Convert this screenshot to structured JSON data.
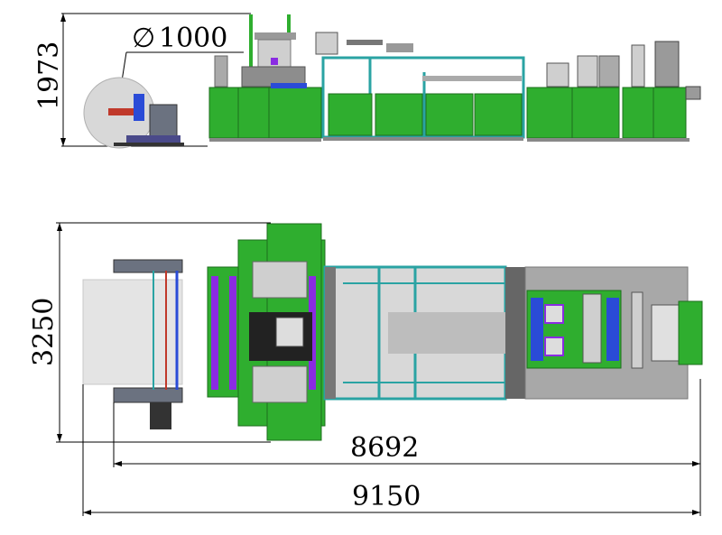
{
  "dimensions": {
    "height_side": "1973",
    "roll_diameter": "1000",
    "diameter_symbol": "∅",
    "width_plan": "3250",
    "length_inner": "8692",
    "length_total": "9150"
  },
  "colors": {
    "machine_green": "#2fae2f",
    "frame_teal": "#2aa3a3",
    "steel_grey": "#9a9a9a",
    "dark_steel": "#555555",
    "roll_grey": "#d8d8d8",
    "purple": "#8a2be2",
    "blue": "#2a4bd7"
  }
}
